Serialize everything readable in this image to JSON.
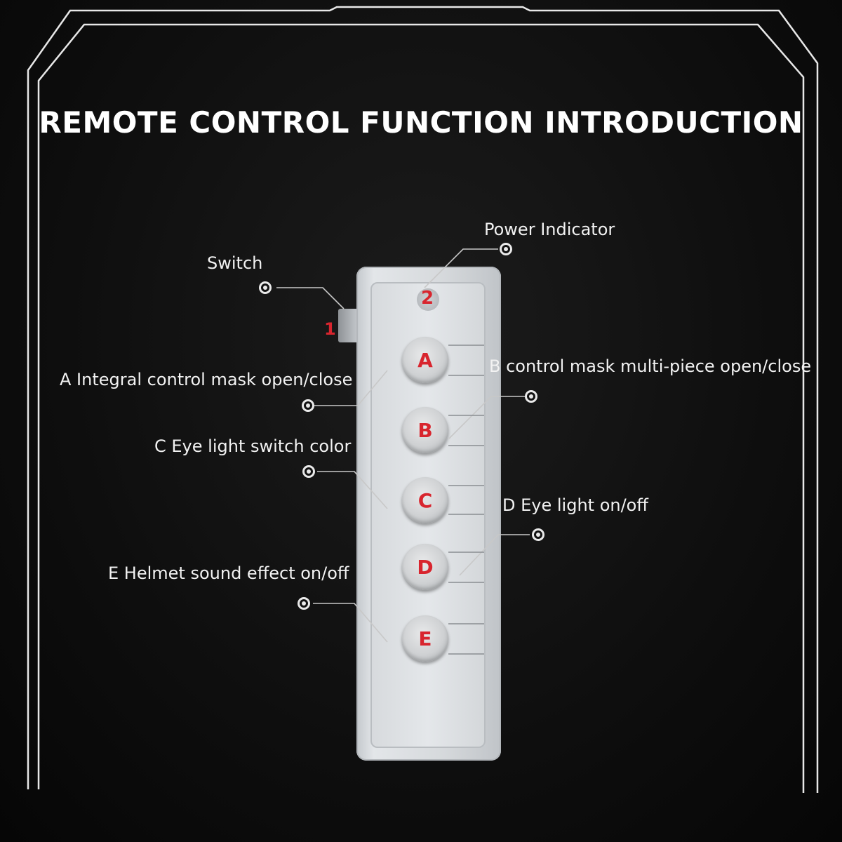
{
  "title": "REMOTE CONTROL FUNCTION INTRODUCTION",
  "labels": {
    "power_indicator": "Power Indicator",
    "switch": "Switch",
    "a": "A Integral control mask open/close",
    "b": "B control mask multi-piece open/close",
    "c": "C Eye light switch color",
    "d": "D Eye light on/off",
    "e": "E Helmet sound effect on/off"
  },
  "markers": {
    "switch": "1",
    "power": "2"
  },
  "buttons": [
    "A",
    "B",
    "C",
    "D",
    "E"
  ],
  "colors": {
    "accent": "#d8252e",
    "background": "#0e0e0e",
    "remote": "#d6d9dc"
  }
}
